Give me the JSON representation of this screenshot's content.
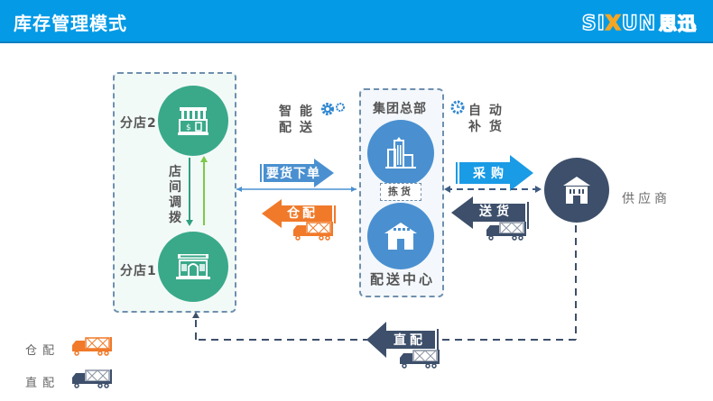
{
  "header": {
    "title": "库存管理模式",
    "logo_latin": "SIXUN",
    "logo_cn": "思迅"
  },
  "stores": {
    "store2_label": "分店2",
    "store1_label": "分店1",
    "transfer_label": [
      "店",
      "间",
      "调",
      "拨"
    ]
  },
  "smart_delivery": {
    "line1": "智 能",
    "line2": "配 送"
  },
  "arrows": {
    "order": "要货下单",
    "warehouse_delivery": "仓配",
    "purchase": "采购",
    "ship": "送货",
    "direct_delivery": "直配"
  },
  "hq": {
    "top_label": "集团总部",
    "pick_label": "拣货",
    "bottom_label": "配送中心"
  },
  "auto_replenish": {
    "line1": "自 动",
    "line2": "补 货"
  },
  "supplier": {
    "label": "供应商"
  },
  "legend": [
    {
      "label": "仓 配",
      "color": "#f07a2a"
    },
    {
      "label": "直 配",
      "color": "#3d4f6a"
    }
  ],
  "colors": {
    "header": "#049ae6",
    "store_green": "#3aa98a",
    "hq_blue": "#4a90d0",
    "supplier_navy": "#3d4f6a",
    "order_blue": "#4a90d0",
    "purchase_blue": "#1a9be6",
    "orange": "#f07a2a",
    "navy": "#3d4f6a"
  }
}
